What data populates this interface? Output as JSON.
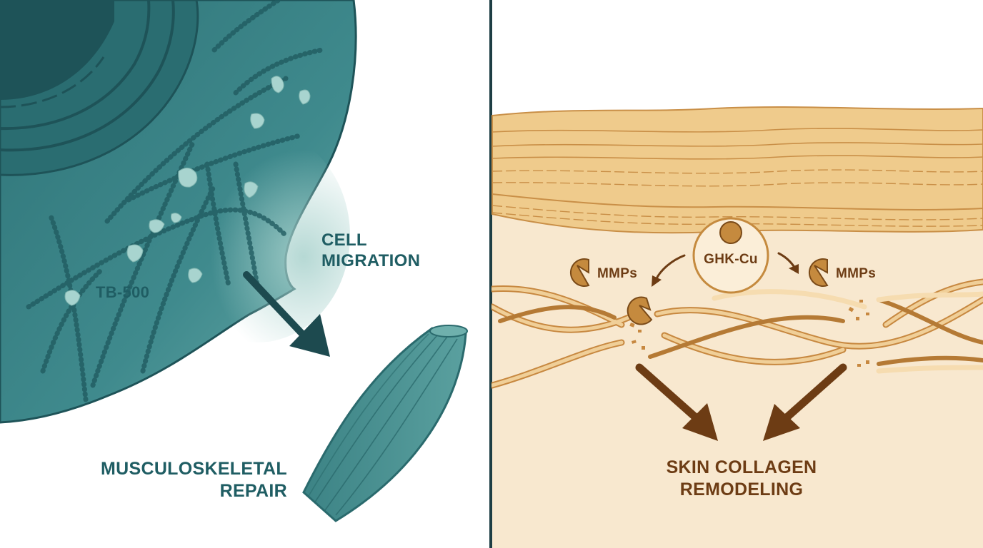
{
  "left_panel": {
    "labels": {
      "tb500": "TB-500",
      "cell_migration": [
        "CELL",
        "MIGRATION"
      ],
      "repair": [
        "MUSCULOSKELETAL",
        "REPAIR"
      ]
    },
    "colors": {
      "cell": "#3f8a8d",
      "cell_dark": "#2c6e72",
      "text": "#1f5d63",
      "muscle": "#4a9194"
    }
  },
  "right_panel": {
    "labels": {
      "peptide": "GHK-Cu",
      "enzyme_left": "MMPs",
      "enzyme_right": "MMPs",
      "result": [
        "SKIN COLLAGEN",
        "REMODELING"
      ]
    },
    "colors": {
      "background": "#f8e8cf",
      "epidermis": "#efcb8c",
      "fiber": "#d79c56",
      "enzyme": "#c58a3e",
      "text": "#6d3c14"
    }
  },
  "divider_color": "#1e3e44"
}
